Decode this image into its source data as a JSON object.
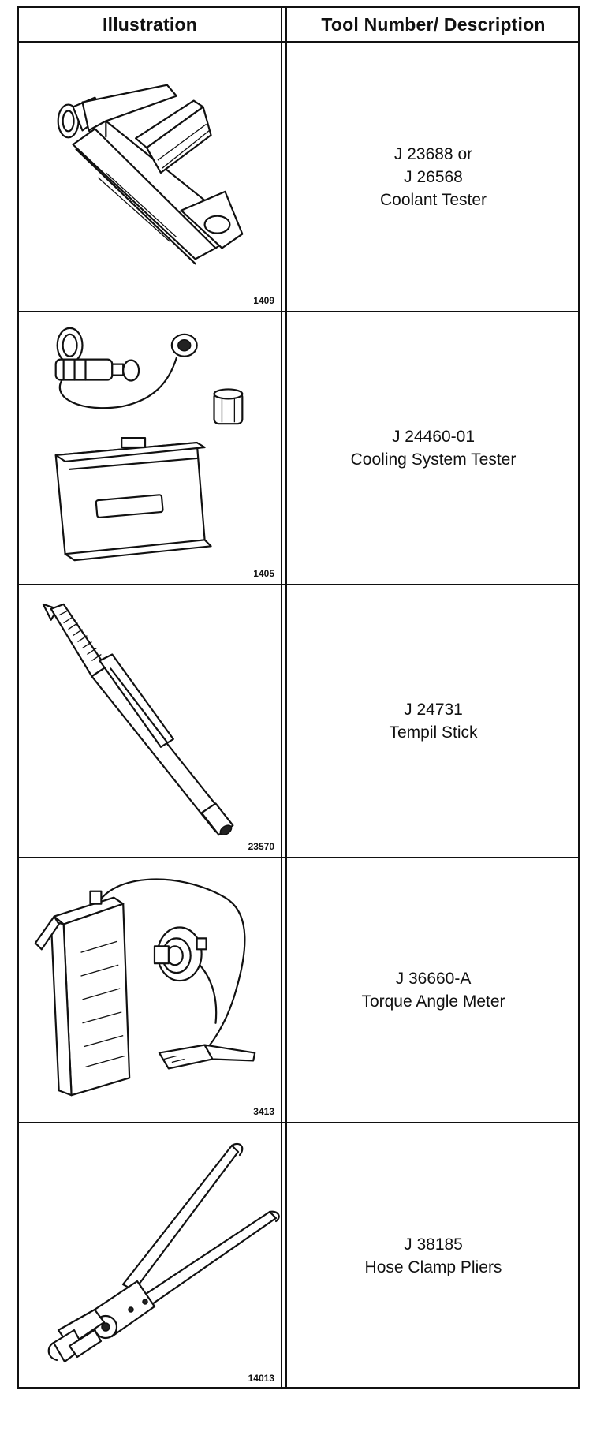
{
  "table": {
    "headers": {
      "illustration": "Illustration",
      "tool": "Tool Number/ Description"
    },
    "rows": [
      {
        "figure": "1409",
        "lines": [
          "J 23688 or",
          "J 26568",
          "Coolant Tester"
        ]
      },
      {
        "figure": "1405",
        "lines": [
          "J 24460-01",
          "Cooling System Tester"
        ]
      },
      {
        "figure": "23570",
        "lines": [
          "J 24731",
          "Tempil Stick"
        ]
      },
      {
        "figure": "3413",
        "lines": [
          "J 36660-A",
          "Torque Angle Meter"
        ]
      },
      {
        "figure": "14013",
        "lines": [
          "J 38185",
          "Hose Clamp Pliers"
        ]
      }
    ]
  }
}
